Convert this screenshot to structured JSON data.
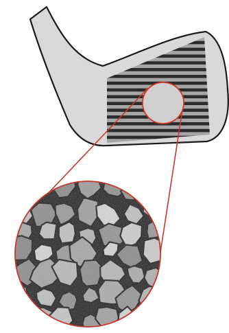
{
  "figure": {
    "colors": {
      "background": "#ffffff",
      "club_fill": "#d9d9d9",
      "club_outline": "#1a1a1a",
      "groove": "#2b2b2b",
      "face_fill": "#a6a6a6",
      "highlight_ring": "#d23a2a",
      "highlight_fill": "#d0d0d0",
      "callout_line": "#c8372b",
      "micro_dark": "#141414",
      "micro_light": "#cfcfcf"
    },
    "groove_count": 15,
    "grain_count": 42,
    "icons": [
      "golf-club-head",
      "magnified-microstructure"
    ]
  }
}
